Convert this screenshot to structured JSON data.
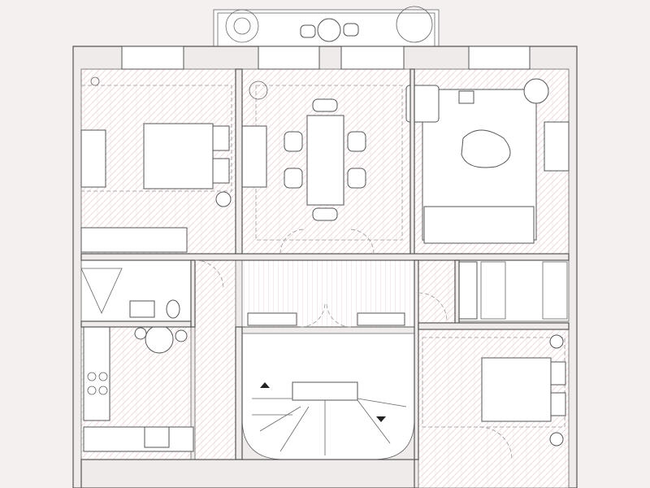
{
  "plan": {
    "colors": {
      "background": "#f3f0ef",
      "wall_fill": "#efebea",
      "line": "#555555",
      "floor_pattern": "#e8c9cc"
    },
    "rooms": [
      "bedroom",
      "dining-room",
      "living-room",
      "bathroom",
      "kitchen",
      "corridor",
      "stair-hall",
      "bedroom",
      "closet",
      "balcony"
    ]
  }
}
